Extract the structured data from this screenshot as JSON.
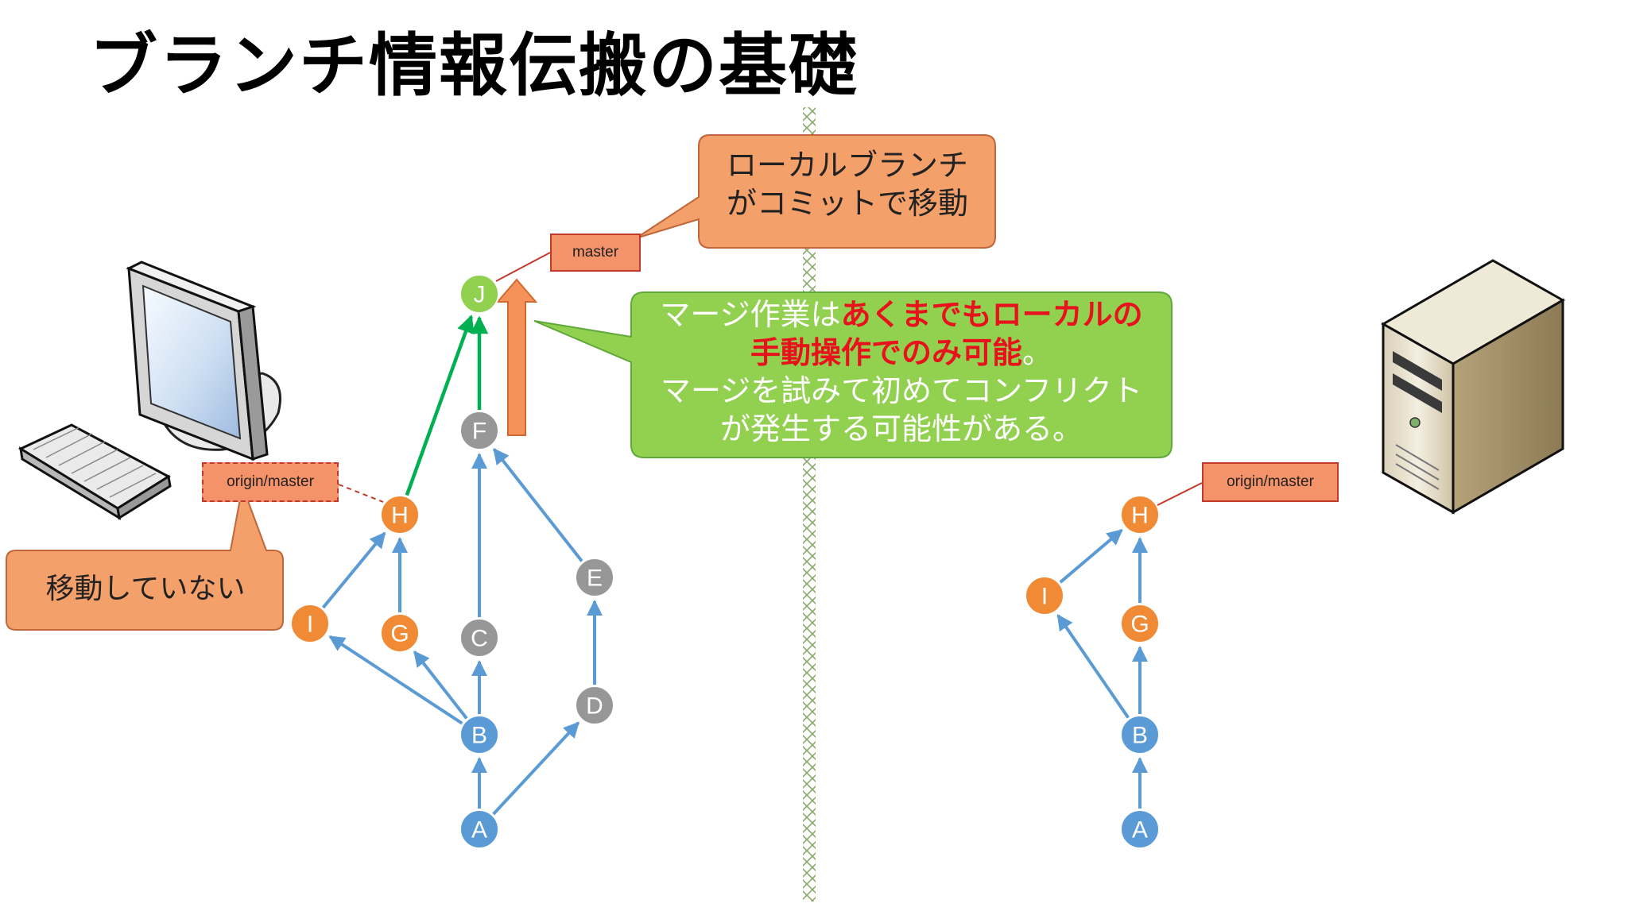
{
  "title": "ブランチ情報伝搬の基礎",
  "colors": {
    "orange": "#f08a35",
    "gray": "#979797",
    "blue": "#5b9bd5",
    "green": "#92d050",
    "dark_green": "#00b050",
    "label_fill": "#f4926a",
    "label_border": "#c0392b",
    "emphasis_red": "#e8121c"
  },
  "local_repo": {
    "commits": [
      "A",
      "B",
      "C",
      "D",
      "E",
      "F",
      "G",
      "H",
      "I",
      "J"
    ],
    "master_label": "master",
    "origin_label": "origin/master"
  },
  "remote_repo": {
    "commits": [
      "A",
      "B",
      "G",
      "H",
      "I"
    ],
    "origin_label": "origin/master"
  },
  "callouts": {
    "top_orange": {
      "line1": "ローカルブランチ",
      "line2": "がコミットで移動"
    },
    "left_orange": {
      "text": "移動していない"
    },
    "green": {
      "line1_normal": "マージ作業は",
      "line1_em": "あくまでもローカルの",
      "line2_em": "手動操作でのみ可能",
      "line2_end": "。",
      "line3": "マージを試みて初めてコンフリクト",
      "line4": "が発生する可能性がある。"
    }
  },
  "icons": {
    "client": "desktop-computer-icon",
    "server": "server-tower-icon"
  }
}
